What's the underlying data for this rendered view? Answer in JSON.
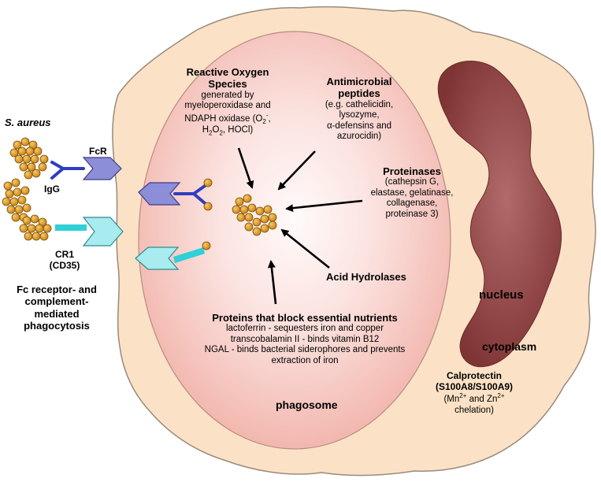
{
  "organism": "S. aureus",
  "receptors": {
    "fcr": "FcR",
    "igg": "IgG",
    "cr1": "CR1",
    "cd35": "(CD35)"
  },
  "phagocytosis": [
    "Fc receptor- and",
    "complement-",
    "mediated",
    "phagocytosis"
  ],
  "ros": {
    "title": [
      "Reactive Oxygen",
      "Species"
    ],
    "lines": [
      "generated by",
      "myeloperoxidase and",
      "NDAPH oxidase (O",
      "2",
      "-",
      ",",
      "H",
      "2",
      "O",
      "2",
      ", HOCl)"
    ]
  },
  "amp": {
    "title": [
      "Antimicrobial",
      "peptides"
    ],
    "lines": [
      "(e.g. cathelicidin,",
      "lysozyme,",
      "α-defensins and",
      "azurocidin)"
    ]
  },
  "proteinases": {
    "title": "Proteinases",
    "lines": [
      "(cathepsin G,",
      "elastase, gelatinase,",
      "collagenase,",
      "proteinase 3)"
    ]
  },
  "acid_hydrolases": "Acid Hydrolases",
  "nutrients": {
    "title": "Proteins that block essential nutrients",
    "lines": [
      "lactoferrin - sequesters iron and copper",
      "transcobalamin II - binds vitamin B12",
      "NGAL - binds bacterial siderophores and prevents",
      "extraction of iron"
    ]
  },
  "phagosome": "phagosome",
  "nucleus": "nucleus",
  "cytoplasm": "cytoplasm",
  "calprotectin": {
    "title": [
      "Calprotectin",
      "(S100A8/S100A9)"
    ],
    "mn": "(Mn",
    "sup1": "2+",
    "and": " and Zn",
    "sup2": "2+",
    "chelation": "chelation)"
  },
  "colors": {
    "cell": "#fbe2c6",
    "cell_edge": "#9a8a7a",
    "phagosome": "#f6c3bc",
    "nucleus": "#8c3d3d",
    "bacterium": "#e8a72a",
    "fcr": "#8c8ed8",
    "cr1": "#a8ecef",
    "igg": "#2f3ec0",
    "complement": "#2fd0d8"
  }
}
